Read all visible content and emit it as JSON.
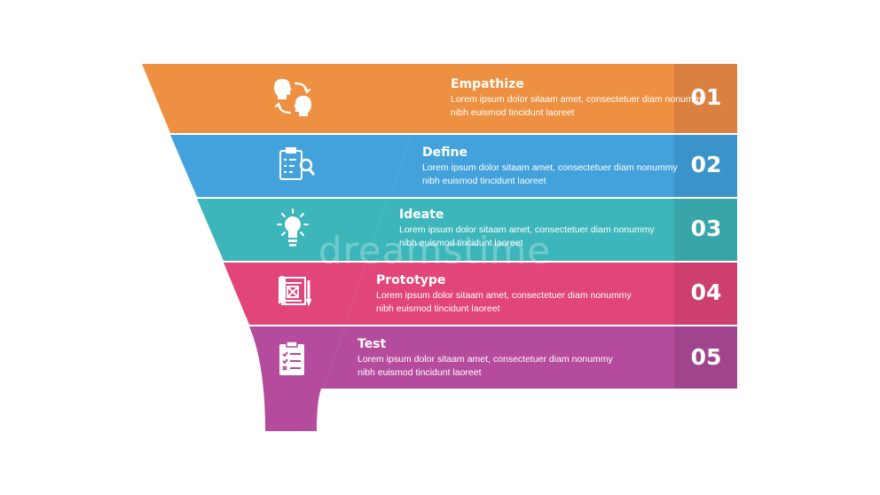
{
  "watermark": "dreamstime",
  "steps": [
    {
      "title": "Empathize",
      "body": "Lorem ipsum dolor sitaam amet, consectetuer diam nonummy  nibh euismod tincidunt laoreet",
      "number": "01",
      "icon": "two-heads-exchange-icon",
      "color": "#EE9041",
      "accent": "#DA8040"
    },
    {
      "title": "Define",
      "body": "Lorem ipsum dolor sitaam amet, consectetuer diam nonummy  nibh euismod tincidunt laoreet",
      "number": "02",
      "icon": "clipboard-magnifier-icon",
      "color": "#43A2DB",
      "accent": "#3B94C9"
    },
    {
      "title": "Ideate",
      "body": "Lorem ipsum dolor sitaam amet, consectetuer diam nonummy  nibh euismod tincidunt laoreet",
      "number": "03",
      "icon": "lightbulb-icon",
      "color": "#3DB6BB",
      "accent": "#38A5AA"
    },
    {
      "title": "Prototype",
      "body": "Lorem ipsum dolor sitaam amet, consectetuer diam nonummy  nibh euismod tincidunt laoreet",
      "number": "04",
      "icon": "blueprint-pencil-icon",
      "color": "#E1457A",
      "accent": "#CC3F6F"
    },
    {
      "title": "Test",
      "body": "Lorem ipsum dolor sitaam amet, consectetuer diam nonummy  nibh euismod tincidunt laoreet",
      "number": "05",
      "icon": "checklist-icon",
      "color": "#B54B9D",
      "accent": "#A1448E"
    }
  ]
}
